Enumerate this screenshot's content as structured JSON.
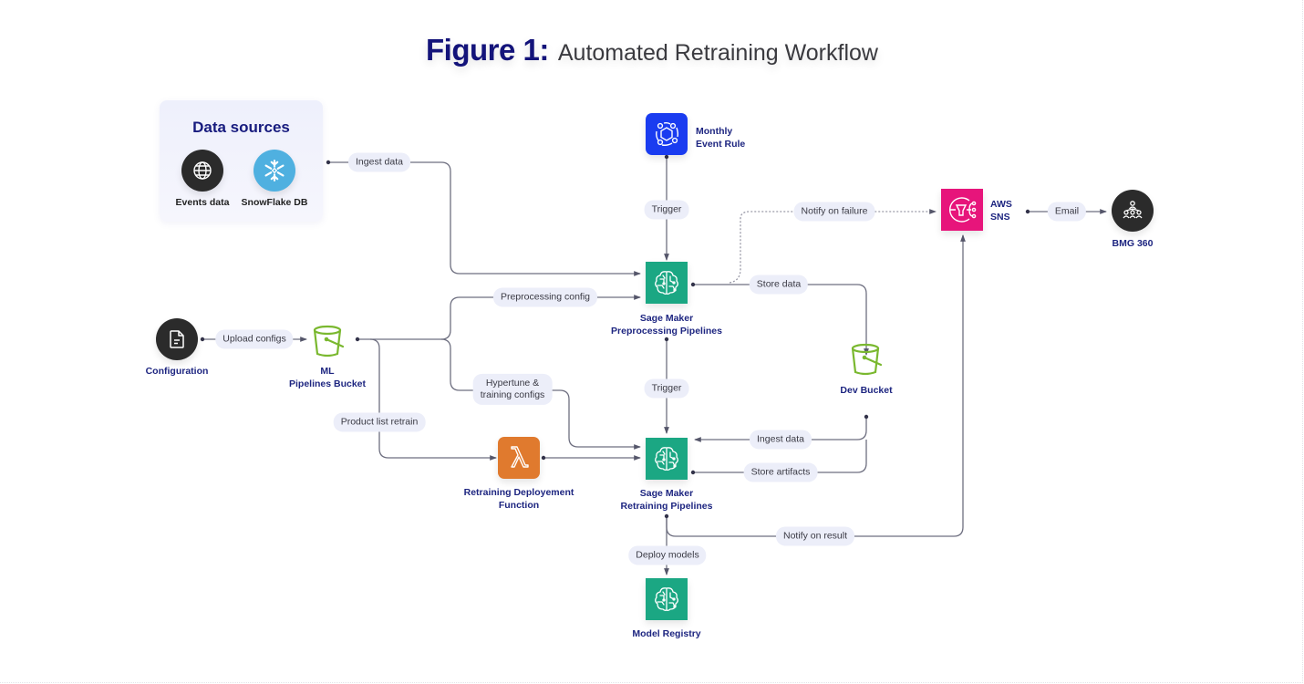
{
  "title": {
    "figure_label": "Figure 1:",
    "subtitle": "Automated Retraining Workflow"
  },
  "colors": {
    "title_navy": "#13137a",
    "label_navy": "#1d2580",
    "sagemaker_green": "#1ba783",
    "lambda_orange": "#e07a2e",
    "eventbridge_blue": "#1a3cf0",
    "sns_pink": "#e7157b",
    "bucket_green": "#7ab82f",
    "dark_circle": "#2b2b2b",
    "snowflake_blue": "#4fb0e0",
    "pill_bg": "#eceef9",
    "wire": "#6e6f80"
  },
  "data_sources": {
    "title": "Data sources",
    "items": [
      {
        "label": "Events data",
        "icon": "globe-icon"
      },
      {
        "label": "SnowFlake DB",
        "icon": "snowflake-icon"
      }
    ]
  },
  "nodes": {
    "monthly_event_rule": {
      "line1": "Monthly",
      "line2": "Event Rule",
      "icon": "eventbridge-rule-icon"
    },
    "aws_sns": {
      "line1": "AWS",
      "line2": "SNS",
      "icon": "sns-icon"
    },
    "bmg360": {
      "label": "BMG 360",
      "icon": "org-chart-icon"
    },
    "configuration": {
      "label": "Configuration",
      "icon": "document-icon"
    },
    "ml_bucket": {
      "line1": "ML",
      "line2": "Pipelines Bucket",
      "icon": "bucket-icon"
    },
    "preprocessing": {
      "line1": "Sage Maker",
      "line2": "Preprocessing Pipelines",
      "icon": "sagemaker-brain-icon"
    },
    "dev_bucket": {
      "label": "Dev Bucket",
      "icon": "bucket-icon"
    },
    "lambda": {
      "line1": "Retraining Deployement",
      "line2": "Function",
      "icon": "lambda-icon"
    },
    "retraining": {
      "line1": "Sage Maker",
      "line2": "Retraining Pipelines",
      "icon": "sagemaker-brain-icon"
    },
    "model_registry": {
      "label": "Model Registry",
      "icon": "sagemaker-brain-icon"
    }
  },
  "edges": {
    "ingest_data_top": "Ingest data",
    "trigger_top": "Trigger",
    "notify_failure": "Notify on failure",
    "email": "Email",
    "store_data": "Store data",
    "preprocessing_config": "Preprocessing config",
    "upload_configs": "Upload configs",
    "hypertune_line1": "Hypertune &",
    "hypertune_line2": "training configs",
    "trigger_mid": "Trigger",
    "product_list_retrain": "Product list retrain",
    "ingest_data_bottom": "Ingest data",
    "store_artifacts": "Store artifacts",
    "notify_result": "Notify on result",
    "deploy_models": "Deploy models"
  }
}
